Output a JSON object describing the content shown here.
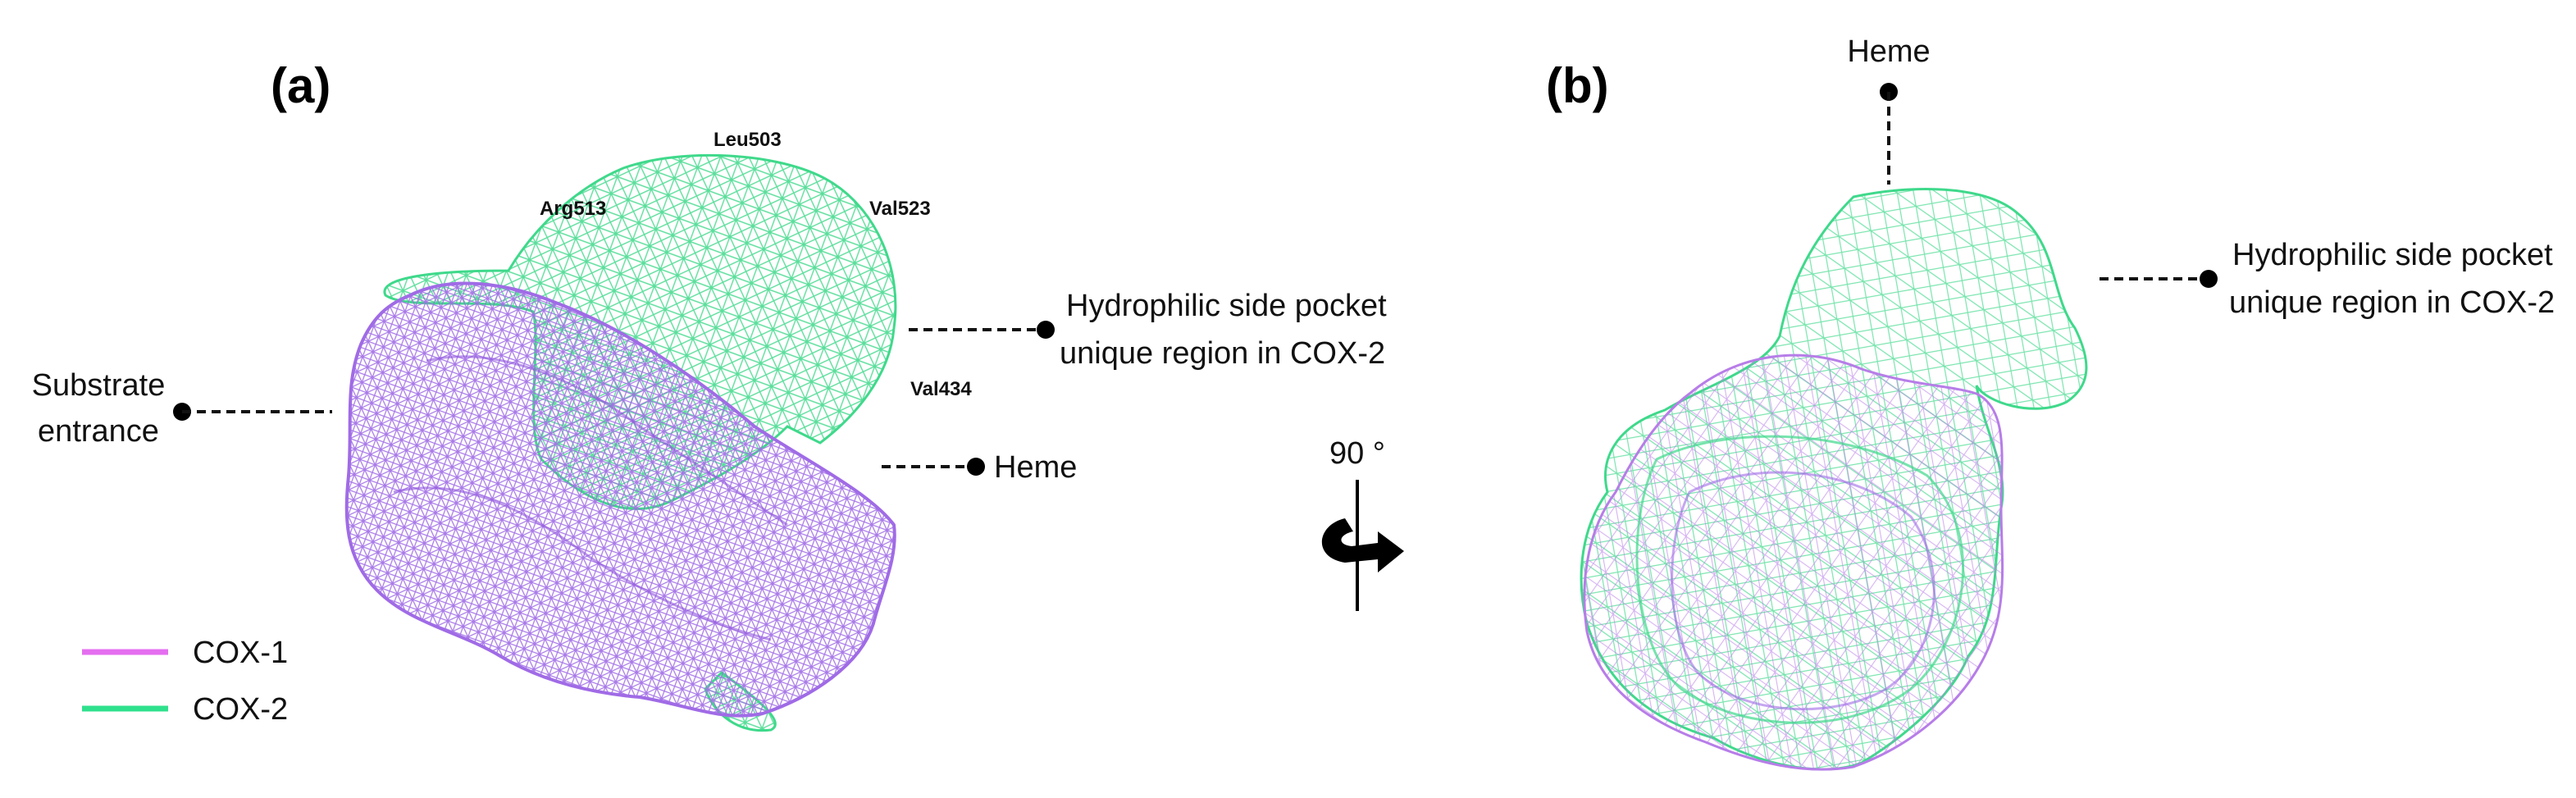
{
  "panels": {
    "a": {
      "letter": "(a)",
      "residues": [
        "Leu503",
        "Arg513",
        "Val523",
        "Val434"
      ],
      "annotations": {
        "substrate_entrance": [
          "Substrate",
          "entrance"
        ],
        "hydrophilic_pocket": [
          "Hydrophilic side pocket",
          "unique region in COX-2"
        ],
        "heme": "Heme"
      }
    },
    "b": {
      "letter": "(b)",
      "annotations": {
        "heme": "Heme",
        "hydrophilic_pocket": [
          "Hydrophilic side pocket",
          "unique region in COX-2"
        ]
      }
    }
  },
  "rotation": {
    "label": "90 °"
  },
  "legend": [
    {
      "name": "COX-1",
      "color": "#e46ef0"
    },
    {
      "name": "COX-2",
      "color": "#2fe08c"
    }
  ],
  "colors": {
    "cox1_mesh": "#a06be6",
    "cox2_mesh": "#3fd98b"
  }
}
